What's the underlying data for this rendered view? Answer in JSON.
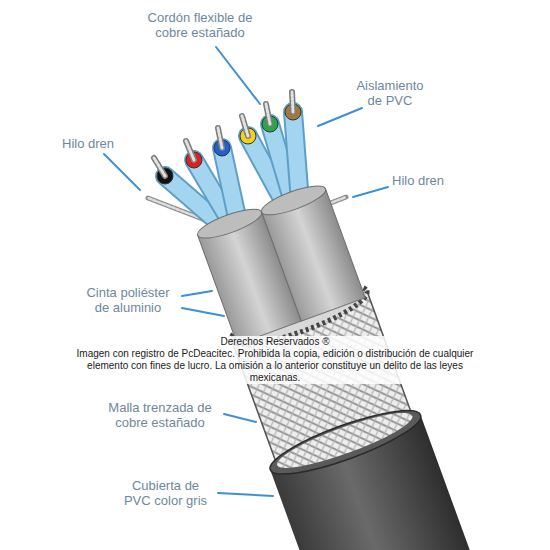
{
  "diagram": {
    "labels": [
      "Cordón flexible de cobre estañado",
      "Aislamiento de PVC",
      "Hilo dren",
      "Hilo dren",
      "Cinta poliéster de aluminio",
      "Derechos Reservados ®",
      "Imagen con registro de PcDeacitec. Prohibida la copia, edición o distribución de cualquier elemento con fines de lucro. La omisión a lo anterior constituye un delito de las leyes mexicanas.",
      "Malla trenzada de cobre estañado",
      "Cubierta de PVC color gris"
    ]
  }
}
